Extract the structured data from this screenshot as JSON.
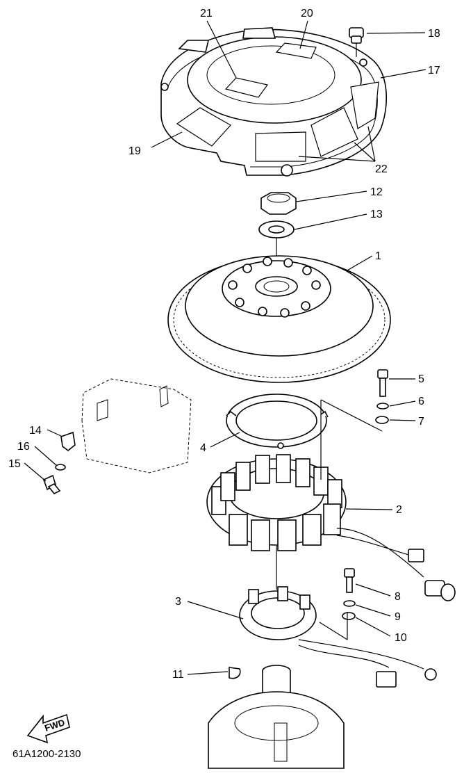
{
  "diagram_code": "61A1200-2130",
  "fwd_label": "FWD",
  "callouts": [
    "1",
    "2",
    "3",
    "4",
    "5",
    "6",
    "7",
    "8",
    "9",
    "10",
    "11",
    "12",
    "13",
    "14",
    "15",
    "16",
    "17",
    "18",
    "19",
    "20",
    "21",
    "22"
  ],
  "parts": [
    "flywheel-magnet",
    "stator-assembly",
    "pulser-coil-assembly",
    "stator-base-plate",
    "stator-bolt",
    "lock-washer",
    "flat-washer",
    "pulser-bolt",
    "pulser-lock-washer",
    "pulser-flat-washer",
    "woodruff-key",
    "flywheel-nut",
    "flywheel-washer",
    "ground-bracket",
    "bracket-screw",
    "bracket-washer",
    "flywheel-cover",
    "cover-grommet",
    "decal-side",
    "decal-top-right",
    "decal-top-left",
    "decal-segments"
  ]
}
